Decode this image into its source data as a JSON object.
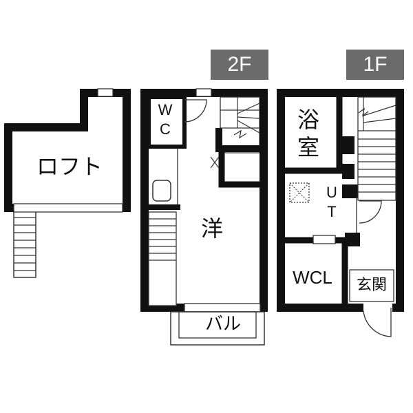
{
  "floors": {
    "second": {
      "label": "2F"
    },
    "first": {
      "label": "1F"
    }
  },
  "rooms": {
    "loft": "ロフト",
    "wc": "W\nC",
    "western": "洋",
    "balcony": "バル",
    "bath": "浴\n室",
    "utility": "U\nT",
    "wcl": "WCL",
    "entrance": "玄関"
  },
  "colors": {
    "wall": "#111111",
    "tag": "#6b6b6b",
    "line": "#333333"
  }
}
